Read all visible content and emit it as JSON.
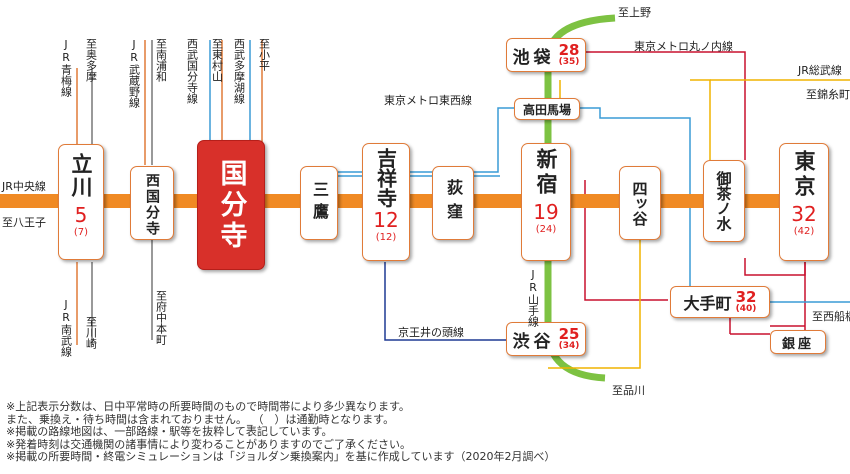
{
  "stations": {
    "kokubunji": {
      "name": "国分寺"
    },
    "tachikawa": {
      "name": "立川",
      "time": "5",
      "rush": "(7)"
    },
    "nishikokubunji": {
      "name": "西国分寺"
    },
    "mitaka": {
      "name": "三鷹"
    },
    "kichijoji": {
      "name": "吉祥寺",
      "time": "12",
      "rush": "(12)"
    },
    "ogikubo": {
      "name": "荻窪"
    },
    "shinjuku": {
      "name": "新宿",
      "time": "19",
      "rush": "(24)"
    },
    "yotsuya": {
      "name": "四ッ谷"
    },
    "ochanomizu": {
      "name": "御茶ノ水"
    },
    "tokyo": {
      "name": "東京",
      "time": "32",
      "rush": "(42)"
    },
    "ikebukuro": {
      "name": "池袋",
      "time": "28",
      "rush": "(35)"
    },
    "takadanobaba": {
      "name": "高田馬場"
    },
    "shibuya": {
      "name": "渋谷",
      "time": "25",
      "rush": "(34)"
    },
    "otemachi": {
      "name": "大手町",
      "time": "32",
      "rush": "(40)"
    },
    "ginza": {
      "name": "銀座"
    }
  },
  "lines": {
    "chuo": "JR中央線",
    "ome": "JR青梅線",
    "musashino_n": "JR武蔵野線",
    "seibu_kokubunji": "西武国分寺線",
    "seibu_tamako": "西武多摩湖線",
    "nambu": "JR南武線",
    "tozai": "東京メトロ東西線",
    "marunouchi": "東京メトロ丸ノ内線",
    "sobu": "JR総武線",
    "keio_inokashira": "京王井の頭線",
    "yamanote": "JR山手線"
  },
  "dests": {
    "hachioji": "至八王子",
    "okutama": "至奥多摩",
    "minamiurawa": "至南浦和",
    "higashimurayama": "至東村山",
    "kodaira": "至小平",
    "kawasaki": "至川崎",
    "fuchuhommachi": "至府中本町",
    "ueno": "至上野",
    "kinshicho": "至錦糸町",
    "nishifunabashi": "至西船橋",
    "shinagawa": "至品川"
  },
  "notes": [
    "※上記表示分数は、日中平常時の所要時間のもので時間帯により多少異なります。",
    "また、乗換え・待ち時間は含まれておりません。_（　）は通勤時となります。",
    "※掲載の路線地図は、一部路線・駅等を抜粋して表記しています。",
    "※発着時刻は交通機関の諸事情により変わることがありますのでご了承ください。",
    "※掲載の所要時間・終電シミュレーションは「ジョルダン乗換案内」を基に作成しています（2020年2月調べ）"
  ],
  "colors": {
    "chuo_line": "#f08a24",
    "highlight": "#d8302a",
    "yamanote_line": "#7dc242",
    "tozai_line": "#3a9bd5",
    "marunouchi_line": "#c8102e",
    "sobu_line": "#f0b400",
    "keio_line": "#1f3a93"
  }
}
